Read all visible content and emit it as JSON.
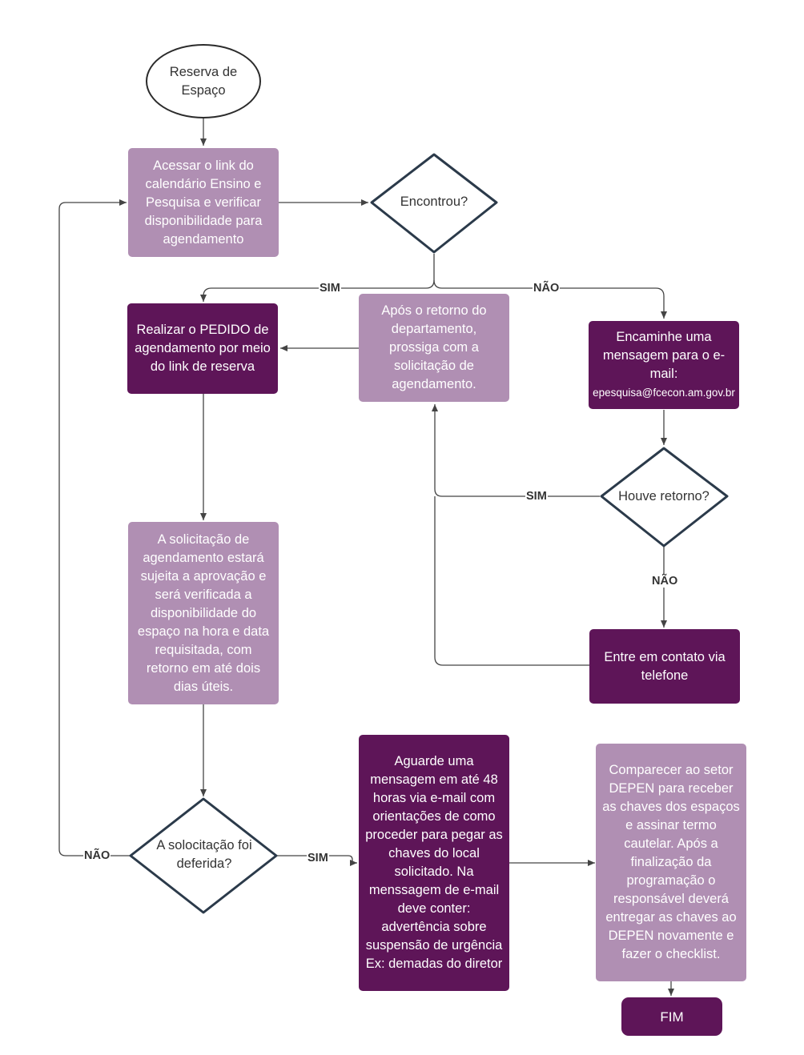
{
  "diagram": {
    "start": "Reserva de\nEspaço",
    "access_calendar": "Acessar o link do calendário Ensino e Pesquisa e verificar disponibilidade para agendamento",
    "decision_found": "Encontrou?",
    "request_booking": "Realizar o PEDIDO de agendamento por meio do link de reserva",
    "after_return": "Após o retorno do departamento, prossiga com a solicitação de agendamento.",
    "send_email": "Encaminhe uma mensagem para o e-mail:",
    "email_address": "epesquisa@fcecon.am.gov.br",
    "decision_return": "Houve retorno?",
    "contact_phone": "Entre em contato via telefone",
    "approval_note": "A solicitação de agendamento estará sujeita a aprovação e será verificada a disponibilidade do espaço na hora e data requisitada, com retorno em até dois dias úteis.",
    "decision_granted": "A solocitação foi\ndeferida?",
    "await_message": "Aguarde uma mensagem em até 48 horas via e-mail com orientações de como proceder para pegar as chaves do local solicitado. Na menssagem de e-mail deve conter: advertência sobre suspensão de urgência Ex: demadas do diretor",
    "go_depen": "Comparecer ao setor DEPEN para receber as chaves dos espaços e assinar termo cautelar. Após a finalização da programação o responsável deverá entregar as chaves ao DEPEN novamente e fazer o checklist.",
    "end": "FIM"
  },
  "edge_labels": {
    "found_yes": "SIM",
    "found_no": "NÃO",
    "return_yes": "SIM",
    "return_no": "NÃO",
    "granted_no": "NÃO",
    "granted_yes": "SIM"
  },
  "colors": {
    "light_box": "#b08fb3",
    "dark_box": "#5e1558",
    "line": "#444444",
    "diamond_border": "#2b3a4a"
  }
}
